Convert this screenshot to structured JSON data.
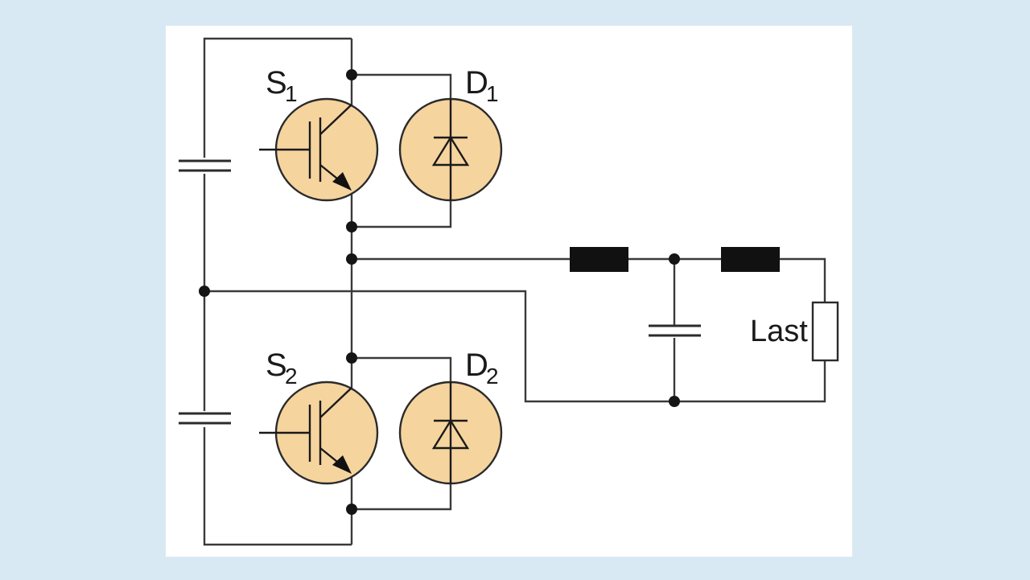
{
  "diagram": {
    "switch_1": {
      "letter": "S",
      "index": "1"
    },
    "diode_1": {
      "letter": "D",
      "index": "1"
    },
    "switch_2": {
      "letter": "S",
      "index": "2"
    },
    "diode_2": {
      "letter": "D",
      "index": "2"
    },
    "load_label": "Last"
  },
  "colors": {
    "background": "#d9e9f3",
    "component_fill": "#f6d49e",
    "wire": "#3a3a3a"
  }
}
